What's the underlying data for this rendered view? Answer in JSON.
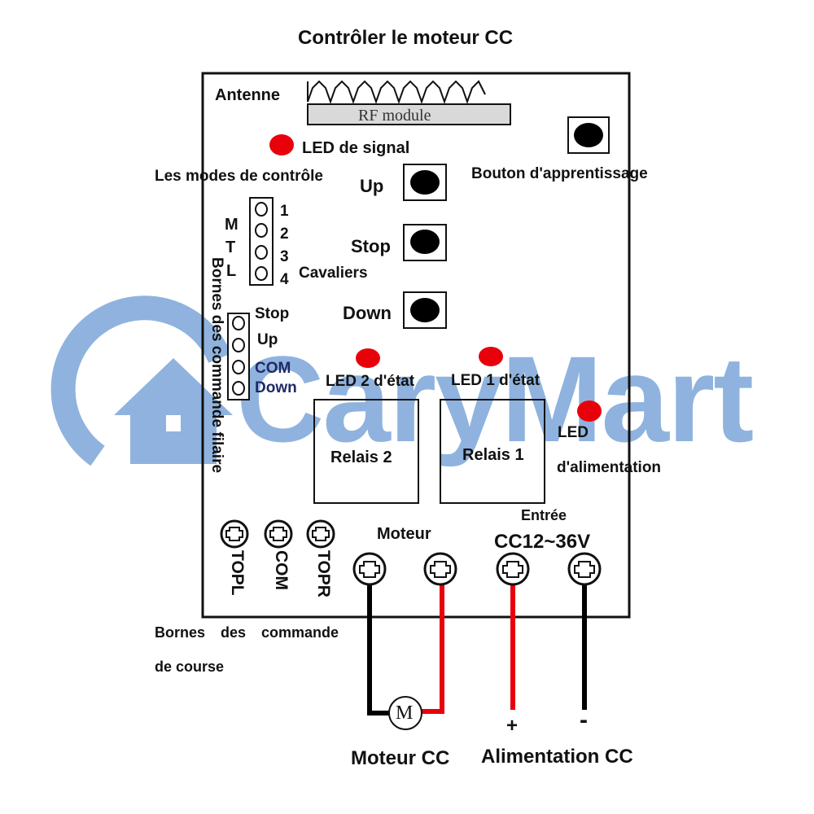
{
  "title": "Contrôler le moteur CC",
  "watermark": {
    "text": "CaryMart",
    "color": "#8fb3de"
  },
  "board": {
    "antenna_label": "Antenne",
    "rf_module_label": "RF module",
    "signal_led_label": "LED de signal",
    "control_modes_label": "Les modes de contrôle",
    "learn_button_label": "Bouton d'apprentissage",
    "buttons": {
      "up": "Up",
      "stop": "Stop",
      "down": "Down"
    },
    "mode_letters": [
      "M",
      "T",
      "L"
    ],
    "jumper_numbers": [
      "1",
      "2",
      "3",
      "4"
    ],
    "jumpers_label": "Cavaliers",
    "wired_terminals_label": "Bornes des commande filaire",
    "wired_terminals": [
      "Stop",
      "Up",
      "COM",
      "Down"
    ],
    "led_status_2": "LED 2 d'état",
    "led_status_1": "LED 1 d'état",
    "relay_2": "Relais 2",
    "relay_1": "Relais 1",
    "power_led_line1": "LED",
    "power_led_line2": "d'alimentation",
    "input_label": "Entrée",
    "voltage_label": "CC12~36V",
    "motor_label": "Moteur",
    "limit_terminals": [
      "TOPL",
      "COM",
      "TOPR"
    ]
  },
  "limit_label_line1": "Bornes des commande",
  "limit_label_line2": "de course",
  "motor_symbol": "M",
  "plus_sign": "+",
  "minus_sign": "-",
  "motor_caption": "Moteur CC",
  "power_caption": "Alimentation CC",
  "colors": {
    "led": "#e8000b",
    "wire_red": "#e8000b",
    "wire_black": "#000000"
  }
}
